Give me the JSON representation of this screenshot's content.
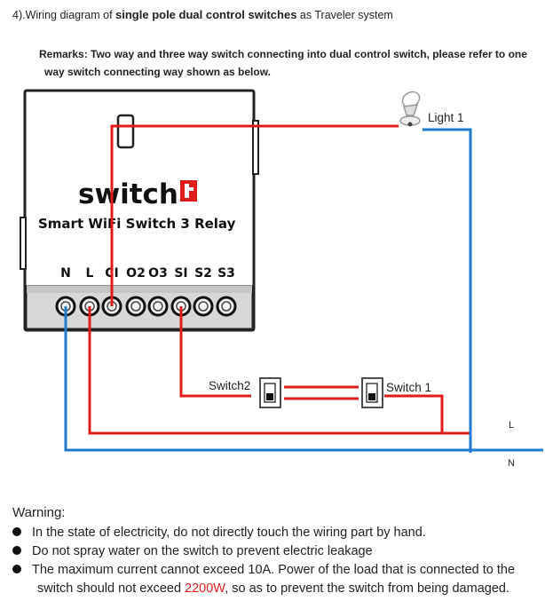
{
  "header": {
    "prefix": "4).Wiring diagram of ",
    "bold": "single pole dual control switches",
    "suffix": " as Traveler system"
  },
  "remarks": {
    "line1": "Remarks: Two way and three way switch connecting into dual control switch, please refer to one",
    "line2": "way switch connecting way shown as below."
  },
  "device": {
    "brand_text": "switch",
    "subtitle": "Smart WiFi Switch 3 Relay",
    "terminals": [
      "N",
      "L",
      "CI",
      "O2",
      "O3",
      "SI",
      "S2",
      "S3"
    ]
  },
  "labels": {
    "light": "Light 1",
    "switch2": "Switch2",
    "switch1": "Switch 1",
    "line_l": "L",
    "line_n": "N"
  },
  "colors": {
    "live": "#e01b1b",
    "neutral": "#1f7bd1",
    "device_border": "#222222"
  },
  "warning": {
    "title": "Warning:",
    "items": [
      "In the state of electricity, do not directly touch the wiring part by hand.",
      "Do not spray water on the switch to prevent electric leakage"
    ],
    "item3_start": "The maximum current cannot exceed 10A. Power of the load that is connected to the",
    "item3_cont_before": "switch should not exceed ",
    "item3_highlight": "2200W",
    "item3_cont_after": ", so as to prevent the switch from being damaged."
  }
}
